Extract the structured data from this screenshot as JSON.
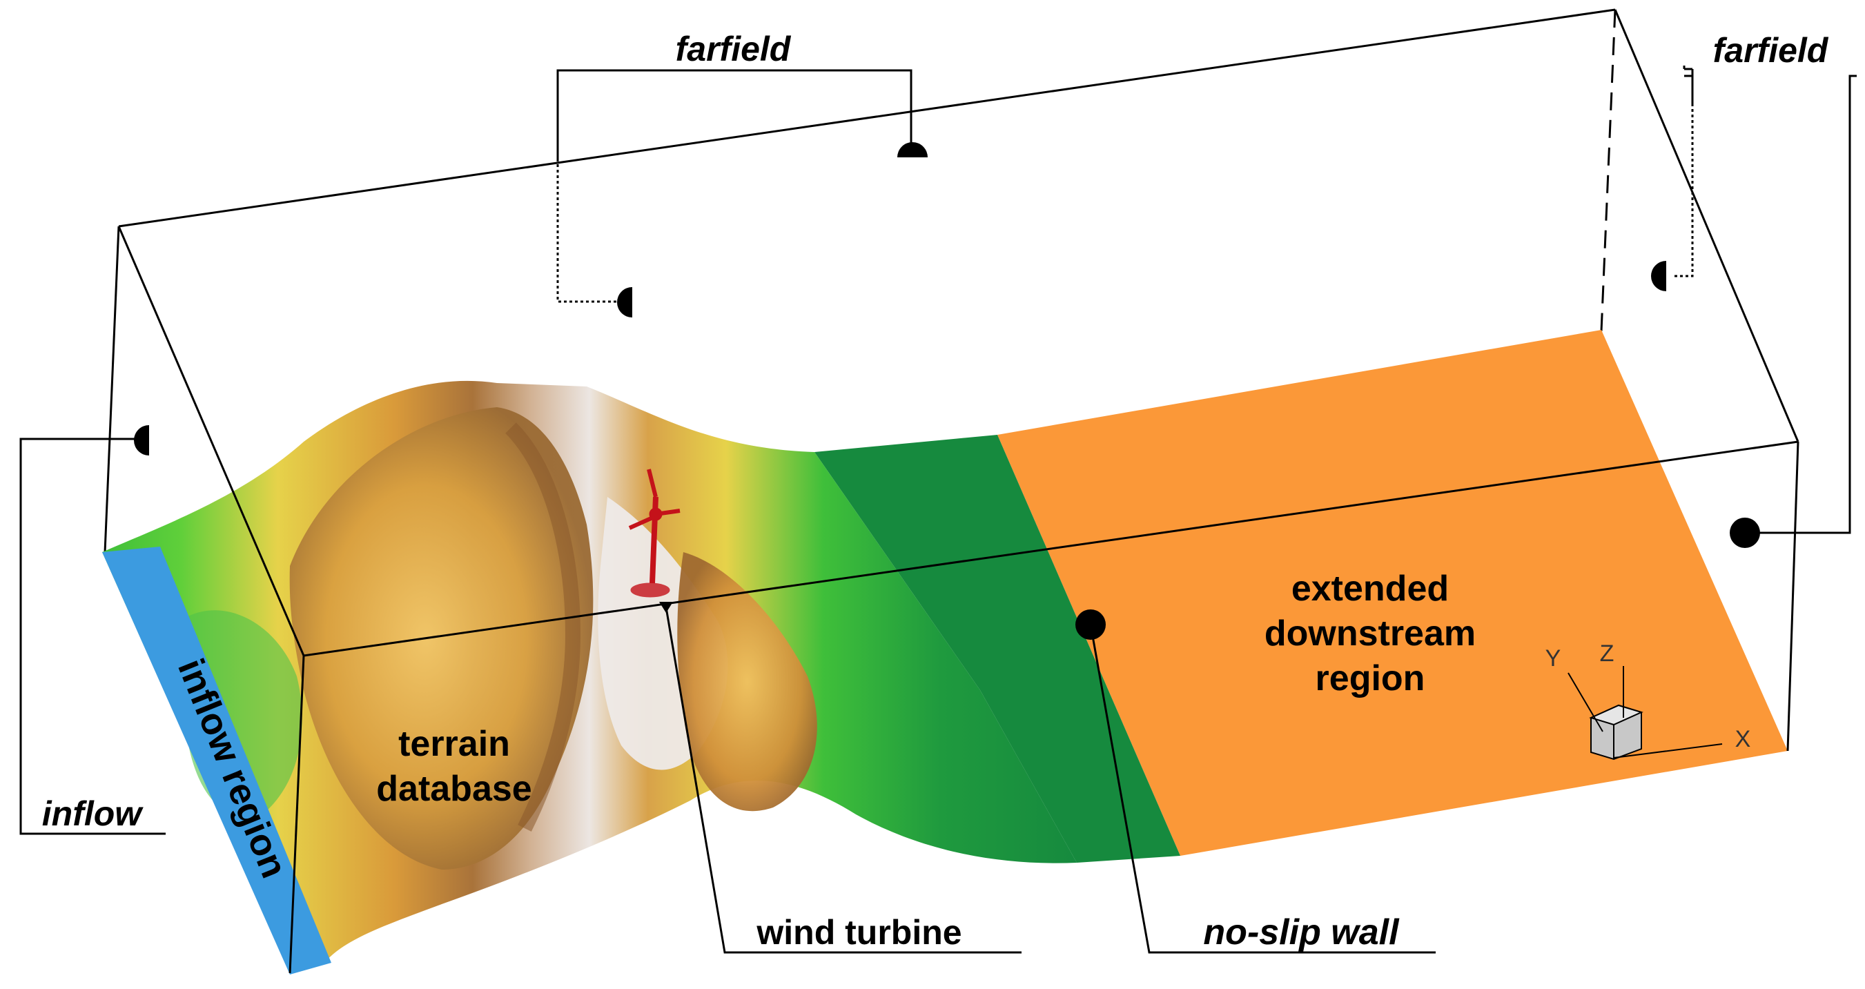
{
  "labels": {
    "farfield_top": "farfield",
    "farfield_right": "farfield",
    "inflow": "inflow",
    "inflow_region": "inflow region",
    "terrain_line1": "terrain",
    "terrain_line2": "database",
    "wind_turbine": "wind turbine",
    "no_slip_wall": "no-slip wall",
    "downstream_line1": "extended",
    "downstream_line2": "downstream",
    "downstream_line3": "region"
  },
  "axes": {
    "x": "X",
    "y": "Y",
    "z": "Z"
  },
  "colors": {
    "inflow_region": "#3c9be0",
    "terrain_green": "#3fbf3a",
    "terrain_dark_green": "#168a3e",
    "terrain_yellow": "#e6d24a",
    "terrain_tan": "#d99a3a",
    "terrain_brown": "#b07a3c",
    "terrain_beige": "#d2b294",
    "downstream_orange": "#fb9838",
    "turbine": "#c4121a"
  },
  "icons": [
    "half-disk-marker-icon",
    "filled-dot-marker-icon",
    "turbine-icon",
    "axis-cube-icon"
  ]
}
